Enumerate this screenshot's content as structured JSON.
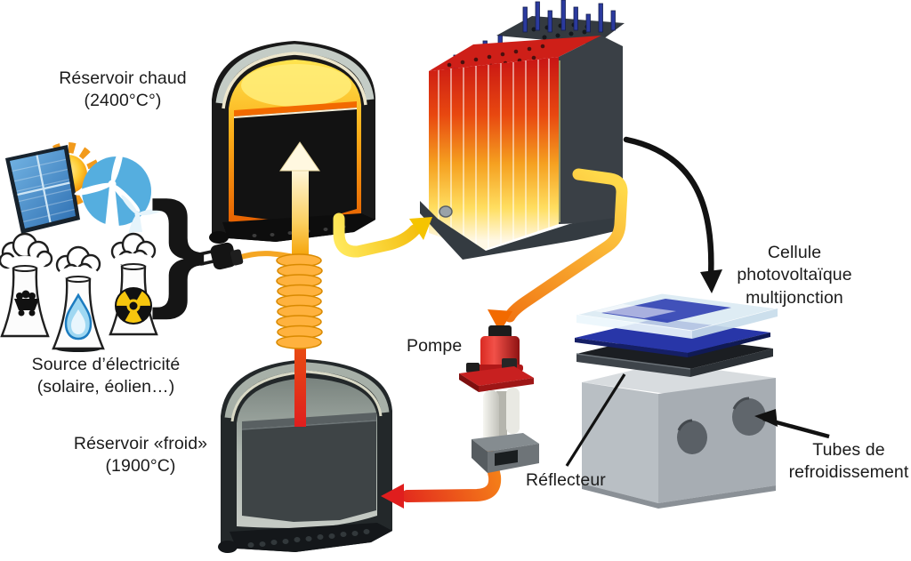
{
  "labels": {
    "hot_reservoir": {
      "line1": "Réservoir chaud",
      "line2": "(2400°C°)"
    },
    "electricity_source": {
      "line1": "Source d’électricité",
      "line2": "(solaire, éolien…)"
    },
    "cold_reservoir": {
      "line1": "Réservoir «froid»",
      "line2": "(1900°C)"
    },
    "pump": "Pompe",
    "pv_cell": {
      "line1": "Cellule",
      "line2": "photovoltaïque",
      "line3": "multijonction"
    },
    "reflector": "Réflecteur",
    "cooling_tubes": {
      "line1": "Tubes de",
      "line2": "refroidissement"
    }
  },
  "glyphs": {
    "brace": "}"
  },
  "icons": [
    "sun-icon",
    "solar-panel-icon",
    "wind-turbine-icon",
    "coal-plant-icon",
    "gas-plant-icon",
    "nuclear-plant-icon",
    "plug-icon",
    "heating-coil-icon",
    "hot-tank",
    "cold-tank",
    "thermal-radiator-block",
    "pump",
    "pv-cell-stack"
  ],
  "colors": {
    "hot_yellow": "#FFD84D",
    "hot_orange": "#F28A00",
    "hot_red": "#E02020",
    "sky_blue": "#55AEDF",
    "pv_blue": "#1B2F9E",
    "steel_gray": "#B9C0BD",
    "dark_shell": "#191919",
    "text": "#1B1B1B"
  }
}
